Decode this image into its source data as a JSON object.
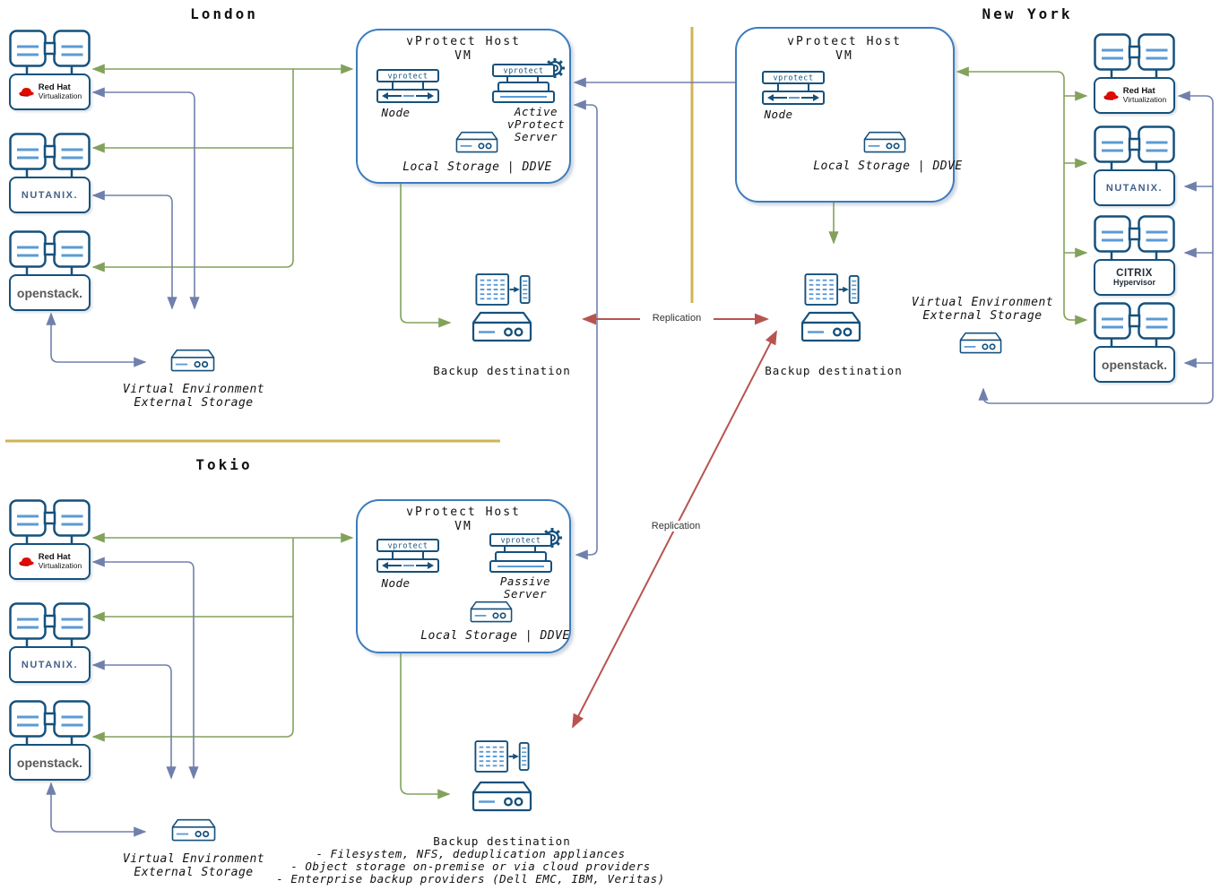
{
  "diagram": {
    "sites": {
      "london": {
        "title": "London",
        "host": {
          "title": "vProtect Host",
          "subtitle": "VM",
          "node": "Node",
          "server": "Active vProtect Server",
          "storage": "Local Storage | DDVE"
        },
        "backup": "Backup destination",
        "external_storage": "Virtual Environment External Storage"
      },
      "new_york": {
        "title": "New York",
        "host": {
          "title": "vProtect Host",
          "subtitle": "VM",
          "node": "Node",
          "storage": "Local Storage | DDVE"
        },
        "backup": "Backup destination",
        "external_storage": "Virtual Environment External Storage"
      },
      "tokio": {
        "title": "Tokio",
        "host": {
          "title": "vProtect Host",
          "subtitle": "VM",
          "node": "Node",
          "server": "Passive Server",
          "storage": "Local Storage | DDVE"
        },
        "backup": "Backup destination",
        "backup_details": [
          "- Filesystem, NFS, deduplication appliances",
          "- Object storage on-premise or via cloud providers",
          "- Enterprise backup providers (Dell EMC, IBM, Veritas)"
        ],
        "external_storage": "Virtual Environment External Storage"
      }
    },
    "logos": {
      "vprotect": "vprotect",
      "redhat": {
        "line1": "Red Hat",
        "line2": "Virtualization"
      },
      "nutanix": "NUTANIX.",
      "citrix": {
        "line1": "CITRIX",
        "line2": "Hypervisor"
      },
      "openstack": "openstack."
    },
    "labels": {
      "replication": "Replication"
    },
    "colors": {
      "icon_stroke": "#15517d",
      "icon_line": "#5b9bd5",
      "host_border": "#3c7cbf",
      "green_arrow": "#82a25b",
      "blue_arrow": "#7080ad",
      "red_arrow": "#b85450",
      "divider_gold": "#d2b356"
    }
  }
}
